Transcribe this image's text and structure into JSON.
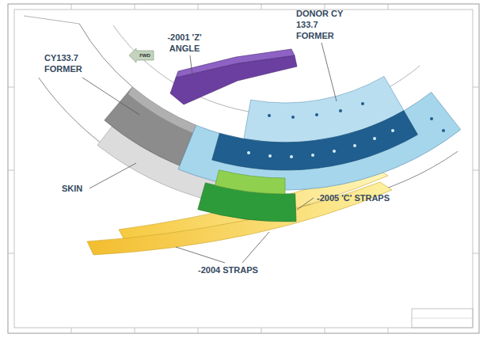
{
  "diagram": {
    "labels": [
      "CY133.7 FORMER",
      "FWD",
      "-2001 'Z' ANGLE",
      "DONOR CY 133.7 FORMER",
      "-2005 'C' STRAPS",
      "SKIN",
      "-2004 STRAPS"
    ]
  }
}
